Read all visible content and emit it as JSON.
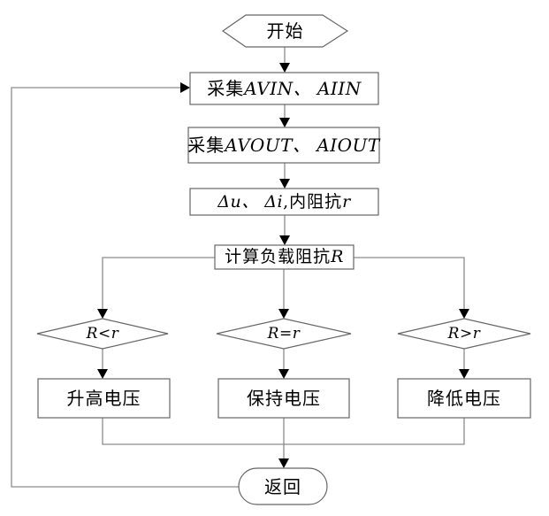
{
  "diagram": {
    "type": "flowchart",
    "colors": {
      "background": "#ffffff",
      "connector_line": "#8c8c8c",
      "shape_border": "#666666",
      "arrowhead": "#000000",
      "text": "#000000"
    },
    "nodes": {
      "start": {
        "shape": "hexagon",
        "label": "开始"
      },
      "collect_in": {
        "shape": "rectangle",
        "prefix": "采集",
        "math": "AVIN、 AIIN"
      },
      "collect_out": {
        "shape": "rectangle",
        "prefix": "采集",
        "math": "AVOUT、 AIOUT"
      },
      "delta": {
        "shape": "rectangle",
        "math1": "Δu、 Δi",
        "mid": ",内阻抗",
        "math2": "r"
      },
      "calc_load": {
        "shape": "rectangle",
        "prefix": "计算负载阻抗",
        "math": "R"
      },
      "cond_lt": {
        "shape": "diamond",
        "label": "R<r"
      },
      "cond_eq": {
        "shape": "diamond",
        "label": "R=r"
      },
      "cond_gt": {
        "shape": "diamond",
        "label": "R>r"
      },
      "raise": {
        "shape": "rectangle",
        "label": "升高电压"
      },
      "hold": {
        "shape": "rectangle",
        "label": "保持电压"
      },
      "lower": {
        "shape": "rectangle",
        "label": "降低电压"
      },
      "ret": {
        "shape": "terminator",
        "label": "返回"
      }
    },
    "edges": [
      {
        "from": "start",
        "to": "collect_in"
      },
      {
        "from": "collect_in",
        "to": "collect_out"
      },
      {
        "from": "collect_out",
        "to": "delta"
      },
      {
        "from": "delta",
        "to": "calc_load"
      },
      {
        "from": "calc_load",
        "to": "cond_lt"
      },
      {
        "from": "calc_load",
        "to": "cond_eq"
      },
      {
        "from": "calc_load",
        "to": "cond_gt"
      },
      {
        "from": "cond_lt",
        "to": "raise"
      },
      {
        "from": "cond_eq",
        "to": "hold"
      },
      {
        "from": "cond_gt",
        "to": "lower"
      },
      {
        "from": "raise",
        "to": "ret"
      },
      {
        "from": "hold",
        "to": "ret"
      },
      {
        "from": "lower",
        "to": "ret"
      },
      {
        "from": "ret",
        "to": "collect_in",
        "note": "feedback loop"
      }
    ]
  }
}
